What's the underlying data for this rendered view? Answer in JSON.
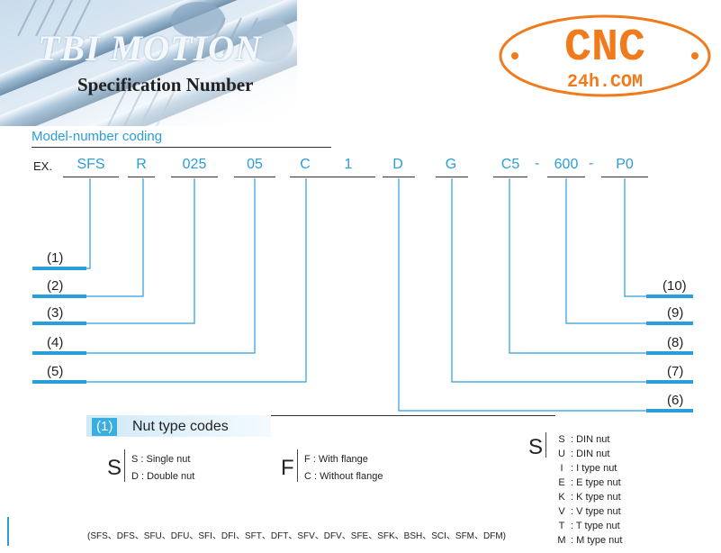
{
  "header": {
    "banner_text": "TBI MOTION",
    "title": "Specification Number",
    "logo": {
      "top": "CNC",
      "bottom": "24h.COM"
    }
  },
  "model_coding": {
    "label": "Model-number coding",
    "example_label": "EX.",
    "codes": [
      "SFS",
      "R",
      "025",
      "05",
      "C",
      "1",
      "D",
      "G",
      "C5",
      "600",
      "P0"
    ],
    "separator": "-",
    "callouts": [
      "(1)",
      "(2)",
      "(3)",
      "(4)",
      "(5)",
      "(6)",
      "(7)",
      "(8)",
      "(9)",
      "(10)"
    ]
  },
  "nut_type_section": {
    "number": "(1)",
    "title": "Nut type codes",
    "group_s": {
      "letter": "S",
      "items": [
        "S : Single nut",
        "D : Double nut"
      ]
    },
    "group_f": {
      "letter": "F",
      "items": [
        "F : With flange",
        "C : Without flange"
      ]
    },
    "group_s2": {
      "letter": "S",
      "codes": [
        "S",
        "U",
        "I",
        "E",
        "K",
        "V",
        "T",
        "M"
      ],
      "descriptions": [
        ": DIN nut",
        ": DIN nut",
        ": I type nut",
        ": E type nut",
        ": K type nut",
        ": V type nut",
        ": T type nut",
        ": M type nut"
      ]
    },
    "footnote": "(SFS、DFS、SFU、DFU、SFI、DFI、SFT、DFT、SFV、DFV、SFE、SFK、BSH、SCI、SFM、DFM)"
  },
  "colors": {
    "accent": "#2a9ed8",
    "logo_orange": "#f07b1d",
    "text": "#222222"
  }
}
